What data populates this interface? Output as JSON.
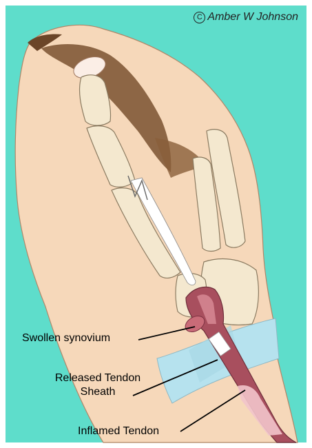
{
  "copyright": {
    "symbol": "C",
    "text": "Amber W Johnson"
  },
  "labels": {
    "swollen_synovium": "Swollen synovium",
    "released_sheath_line1": "Released Tendon",
    "released_sheath_line2": "Sheath",
    "inflamed_tendon": "Inflamed Tendon"
  },
  "colors": {
    "background": "#5EDDCB",
    "skin": "#F6D8BA",
    "skin_shadow": "#7A5230",
    "bone": "#F4E8CF",
    "tendon_inflamed": "#A84F5E",
    "sheath_band": "#B6E2EE"
  }
}
